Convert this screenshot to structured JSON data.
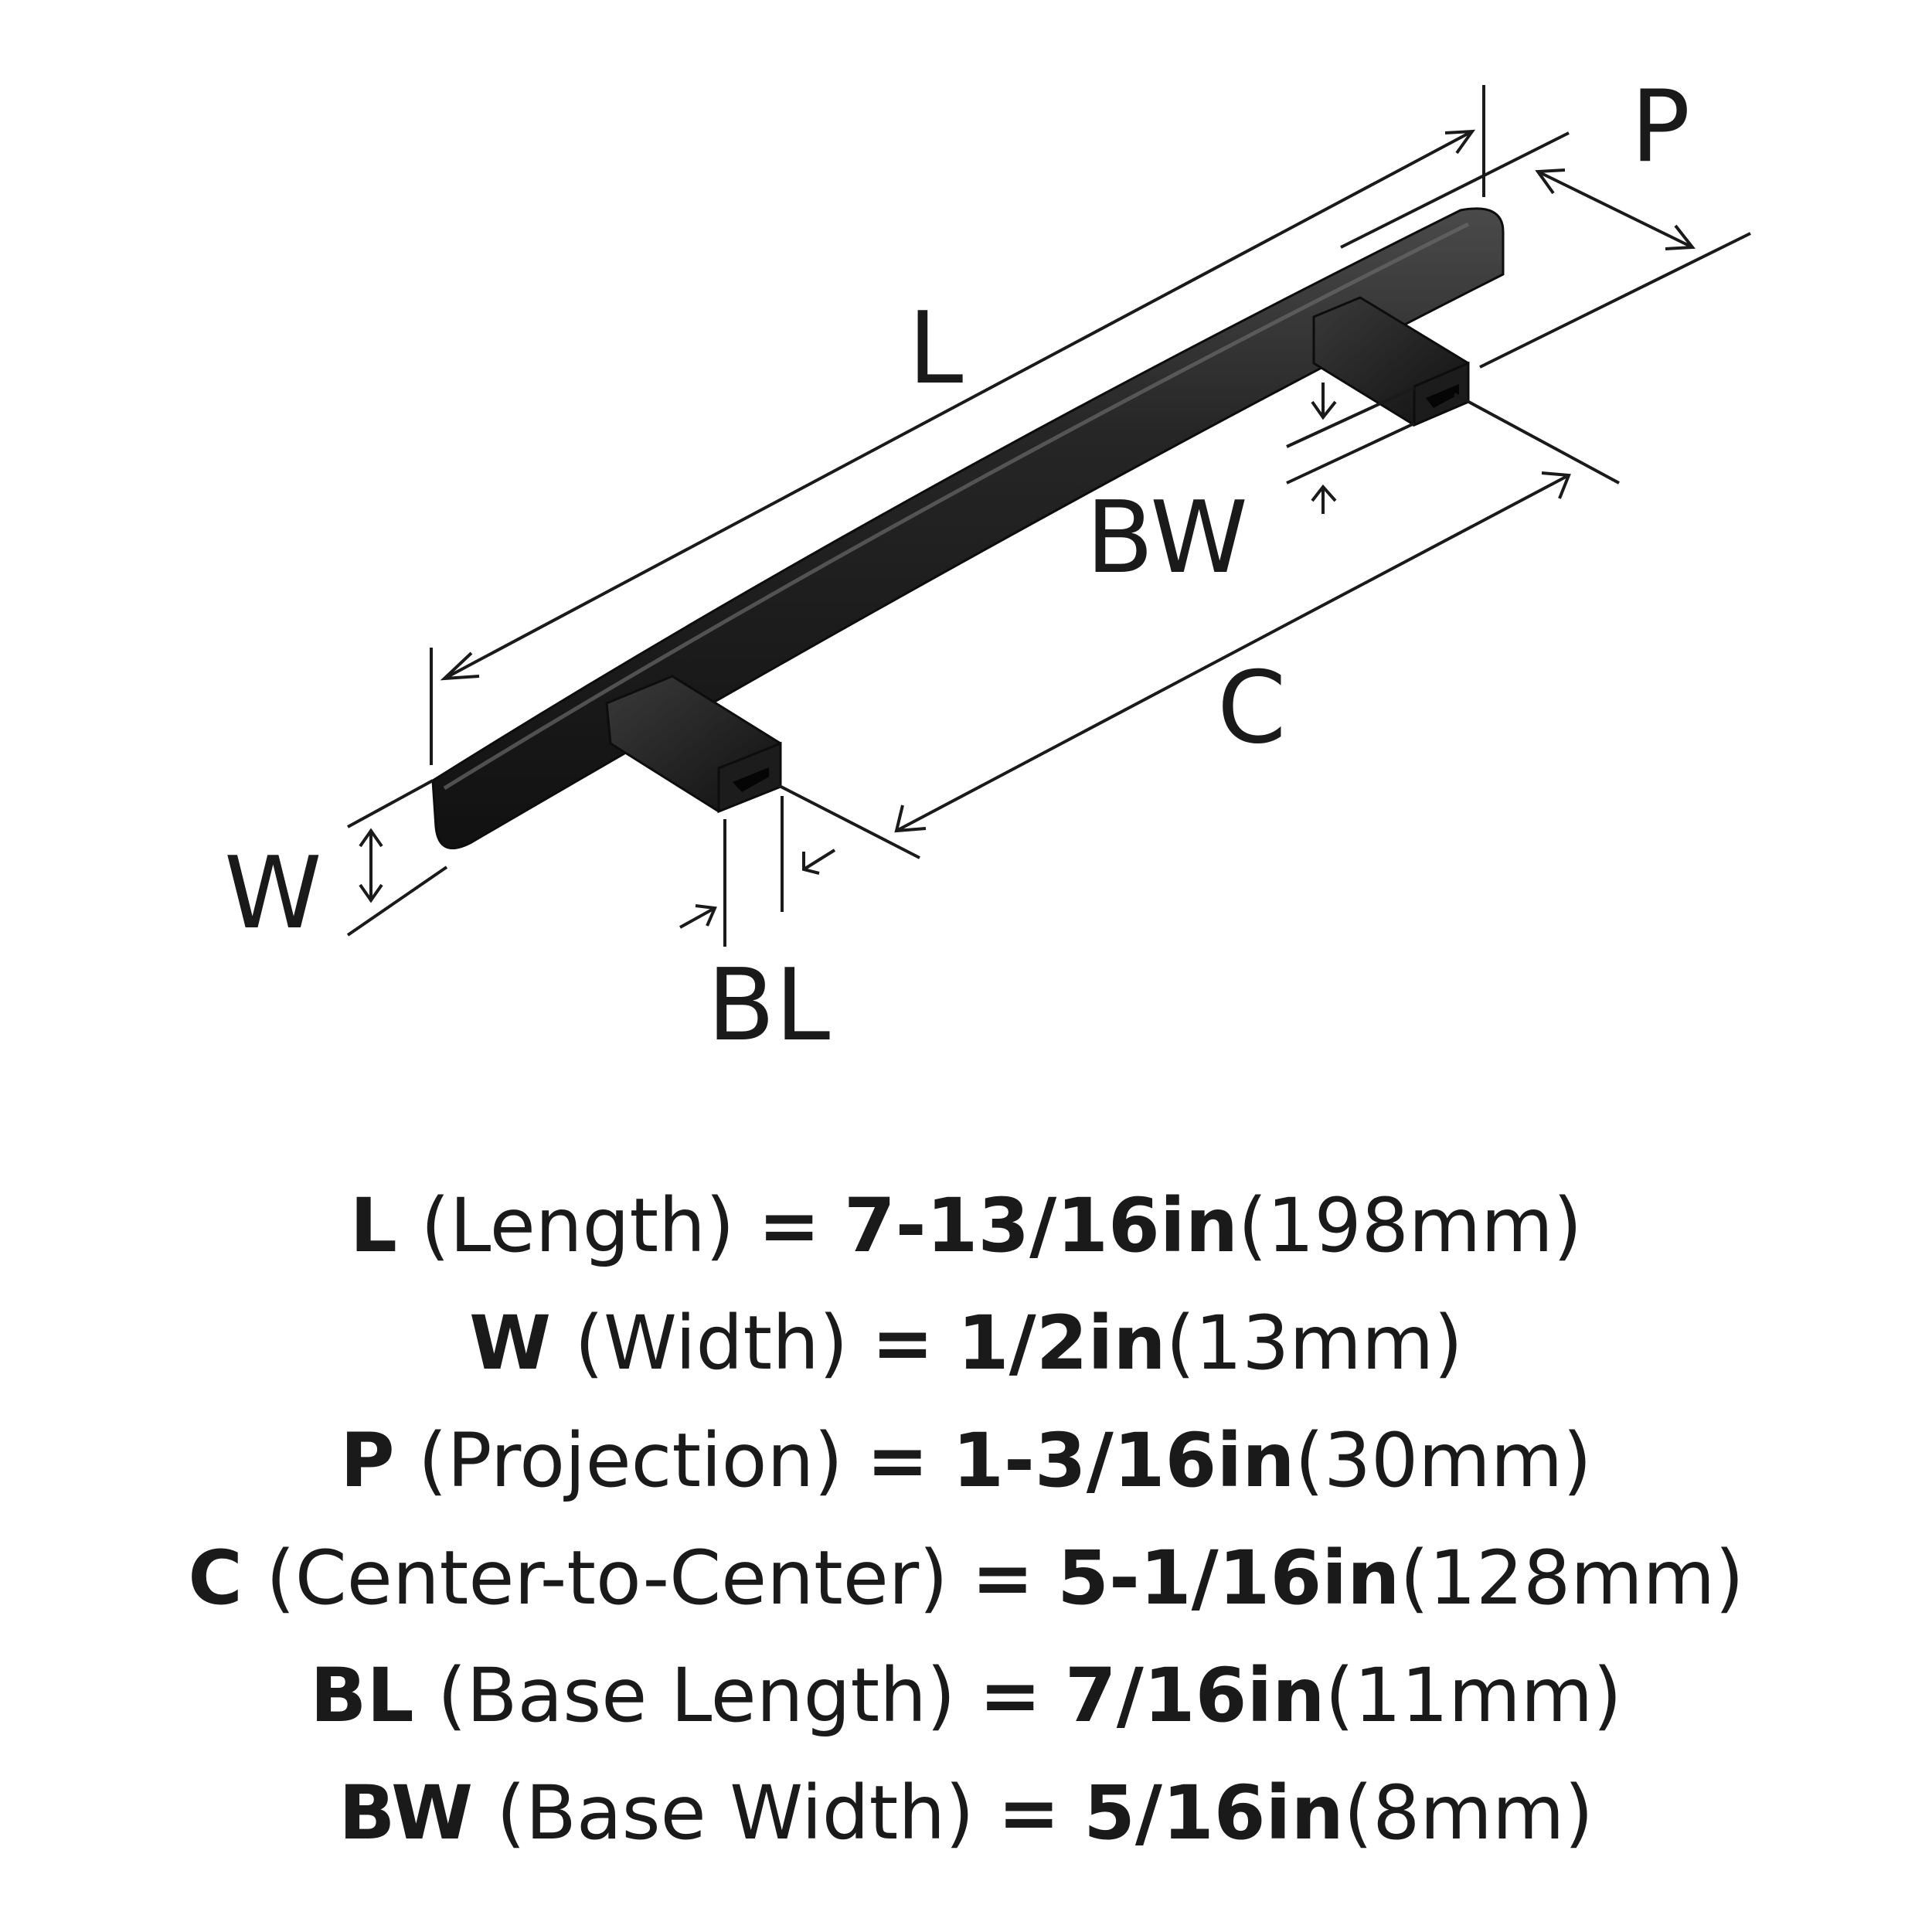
{
  "diagram": {
    "labels": {
      "L": "L",
      "P": "P",
      "BW": "BW",
      "C": "C",
      "W": "W",
      "BL": "BL"
    },
    "colors": {
      "ink": "#1a1a1a",
      "handle_dark": "#151515",
      "handle_mid": "#2b2b2b",
      "handle_highlight": "#555555"
    }
  },
  "specs": [
    {
      "code": "L",
      "name": "(Length)",
      "imperial": "7-13/16in",
      "metric": "(198mm)"
    },
    {
      "code": "W",
      "name": "(Width)",
      "imperial": "1/2in",
      "metric": "(13mm)"
    },
    {
      "code": "P",
      "name": "(Projection)",
      "imperial": "1-3/16in",
      "metric": "(30mm)"
    },
    {
      "code": "C",
      "name": "(Center-to-Center)",
      "imperial": "5-1/16in",
      "metric": "(128mm)"
    },
    {
      "code": "BL",
      "name": "(Base Length)",
      "imperial": "7/16in",
      "metric": "(11mm)"
    },
    {
      "code": "BW",
      "name": "(Base Width)",
      "imperial": "5/16in",
      "metric": "(8mm)"
    }
  ],
  "equals_sign": "="
}
